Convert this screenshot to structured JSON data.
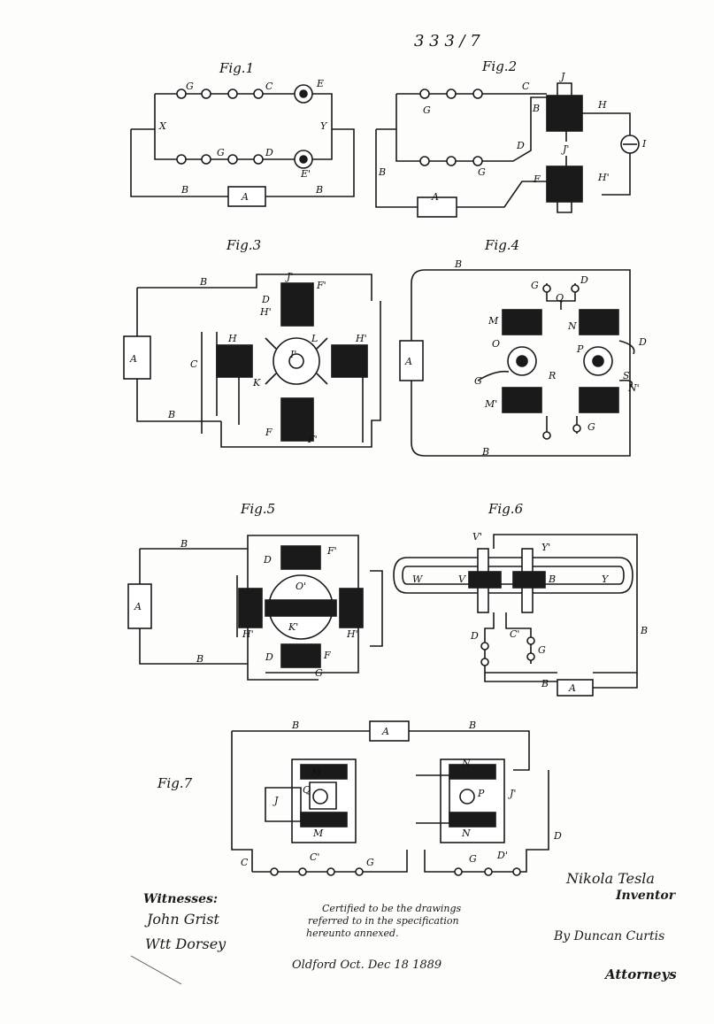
{
  "sheet_number": "3 3 3 / 7",
  "figures": {
    "fig1": "Fig.1",
    "fig2": "Fig.2",
    "fig3": "Fig.3",
    "fig4": "Fig.4",
    "fig5": "Fig.5",
    "fig6": "Fig.6",
    "fig7": "Fig.7"
  },
  "labels": {
    "fig1": {
      "G": "G",
      "C": "C",
      "X": "X",
      "Y": "Y",
      "D": "D",
      "B": "B",
      "A": "A",
      "E": "E",
      "E2": "E'"
    },
    "fig2": {
      "G": "G",
      "C": "C",
      "B": "B",
      "H": "H",
      "J": "J",
      "Jp": "J'",
      "I": "I",
      "D": "D",
      "F": "F",
      "Hp": "H'",
      "A": "A",
      "G2": "G"
    },
    "fig3": {
      "B": "B",
      "Jp": "J'",
      "Fp": "F'",
      "D": "D",
      "Hp": "H'",
      "A": "A",
      "C": "C",
      "H": "H",
      "K": "K",
      "Ip": "I'",
      "L": "L",
      "F": "F"
    },
    "fig4": {
      "B": "B",
      "G": "G",
      "D": "D",
      "M": "M",
      "N": "N",
      "O": "O",
      "P": "P",
      "Q": "Q",
      "R": "R",
      "S": "S",
      "A": "A",
      "Mp": "M'",
      "Np": "N'"
    },
    "fig5": {
      "B": "B",
      "Fp": "F'",
      "D": "D",
      "Op": "O'",
      "Kp": "K'",
      "Hp": "H'",
      "A": "A",
      "F": "F",
      "G": "G"
    },
    "fig6": {
      "Vp": "V'",
      "Yp": "Y'",
      "W": "W",
      "V": "V",
      "Y": "Y",
      "B": "B",
      "D": "D",
      "Cp": "C'",
      "G": "G",
      "A": "A"
    },
    "fig7": {
      "B": "B",
      "A": "A",
      "M": "M",
      "N": "N",
      "Q": "Q",
      "P": "P",
      "J": "J",
      "Jp": "J'",
      "C": "C",
      "Cp": "C'",
      "G": "G",
      "D": "D",
      "Dp": "D'"
    }
  },
  "footer": {
    "witnesses_heading": "Witnesses:",
    "witness_1": "John Grist",
    "witness_2": "Wtt Dorsey",
    "certified_line_1": "Certified to be the drawings",
    "certified_line_2": "referred to in the specification",
    "certified_line_3": "hereunto annexed.",
    "certified_signature": "Oldford Oct. Dec 18 1889",
    "inventor_signature": "Nikola Tesla",
    "inventor_label": "Inventor",
    "attorney_signature": "By Duncan Curtis",
    "attorneys_label": "Attorneys"
  }
}
